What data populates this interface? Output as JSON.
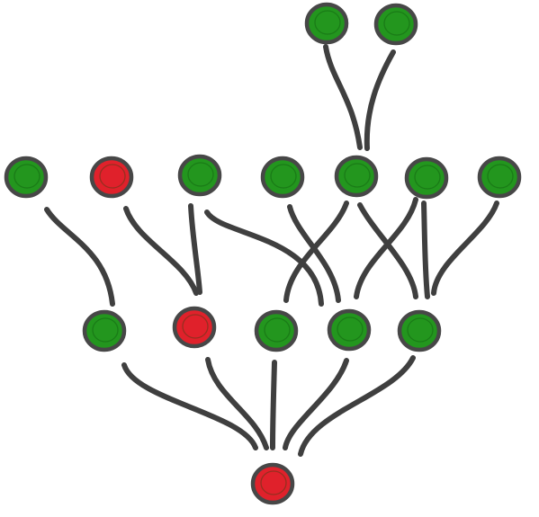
{
  "colors": {
    "green": "#23961e",
    "red": "#e0212b",
    "outline": "#474747",
    "edge": "#3f3f3f"
  },
  "nodes": [
    {
      "id": "top-a",
      "color": "green"
    },
    {
      "id": "top-b",
      "color": "green"
    },
    {
      "id": "mid-1",
      "color": "green"
    },
    {
      "id": "mid-2",
      "color": "red"
    },
    {
      "id": "mid-3",
      "color": "green"
    },
    {
      "id": "mid-4",
      "color": "green"
    },
    {
      "id": "mid-5",
      "color": "green"
    },
    {
      "id": "mid-6",
      "color": "green"
    },
    {
      "id": "mid-7",
      "color": "green"
    },
    {
      "id": "low-1",
      "color": "green"
    },
    {
      "id": "low-2",
      "color": "red"
    },
    {
      "id": "low-3",
      "color": "green"
    },
    {
      "id": "low-4",
      "color": "green"
    },
    {
      "id": "low-5",
      "color": "green"
    },
    {
      "id": "root",
      "color": "red"
    }
  ],
  "edges": [
    {
      "from": "top-a",
      "to": "mid-5"
    },
    {
      "from": "top-b",
      "to": "mid-5"
    },
    {
      "from": "mid-1",
      "to": "low-1"
    },
    {
      "from": "mid-2",
      "to": "low-2"
    },
    {
      "from": "mid-3",
      "to": "low-2"
    },
    {
      "from": "mid-3",
      "to": "low-4"
    },
    {
      "from": "mid-4",
      "to": "low-4"
    },
    {
      "from": "mid-5",
      "to": "low-3"
    },
    {
      "from": "mid-5",
      "to": "low-5"
    },
    {
      "from": "mid-6",
      "to": "low-4"
    },
    {
      "from": "mid-6",
      "to": "low-5"
    },
    {
      "from": "mid-7",
      "to": "low-5"
    },
    {
      "from": "low-1",
      "to": "root"
    },
    {
      "from": "low-2",
      "to": "root"
    },
    {
      "from": "low-3",
      "to": "root"
    },
    {
      "from": "low-4",
      "to": "root"
    },
    {
      "from": "low-5",
      "to": "root"
    }
  ]
}
